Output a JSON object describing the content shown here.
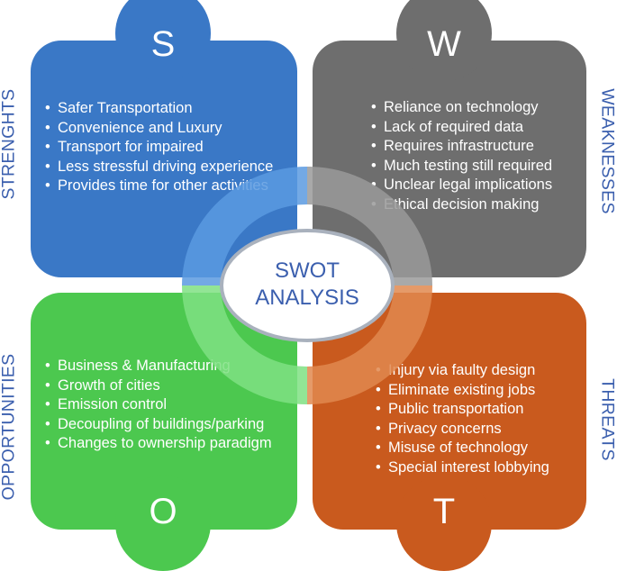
{
  "center": {
    "line1": "SWOT",
    "line2": "ANALYSIS"
  },
  "quadrants": {
    "strengths": {
      "letter": "S",
      "label": "STRENGHTS",
      "color": "#3a78c6",
      "ring_color": "#5a9ae0",
      "items": [
        "Safer Transportation",
        "Convenience and Luxury",
        "Transport for impaired",
        "Less stressful driving experience",
        "Provides time for other activities"
      ]
    },
    "weaknesses": {
      "letter": "W",
      "label": "WEAKNESSES",
      "color": "#6e6e6e",
      "ring_color": "#9a9a9a",
      "items": [
        "Reliance on technology",
        "Lack of required data",
        "Requires infrastructure",
        "Much testing still required",
        "Unclear legal implications",
        "Ethical decision making"
      ]
    },
    "opportunities": {
      "letter": "O",
      "label": "OPPORTUNITIES",
      "color": "#4cc84f",
      "ring_color": "#7fe082",
      "items": [
        "Business & Manufacturing",
        "Growth of cities",
        "Emission control",
        "Decoupling of buildings/parking",
        "Changes to ownership paradigm"
      ]
    },
    "threats": {
      "letter": "T",
      "label": "THREATS",
      "color": "#c95a1e",
      "ring_color": "#e0884f",
      "items": [
        "Injury via faulty design",
        "Eliminate existing jobs",
        "Public transportation",
        "Privacy concerns",
        "Misuse of technology",
        "Special interest lobbying"
      ]
    }
  }
}
